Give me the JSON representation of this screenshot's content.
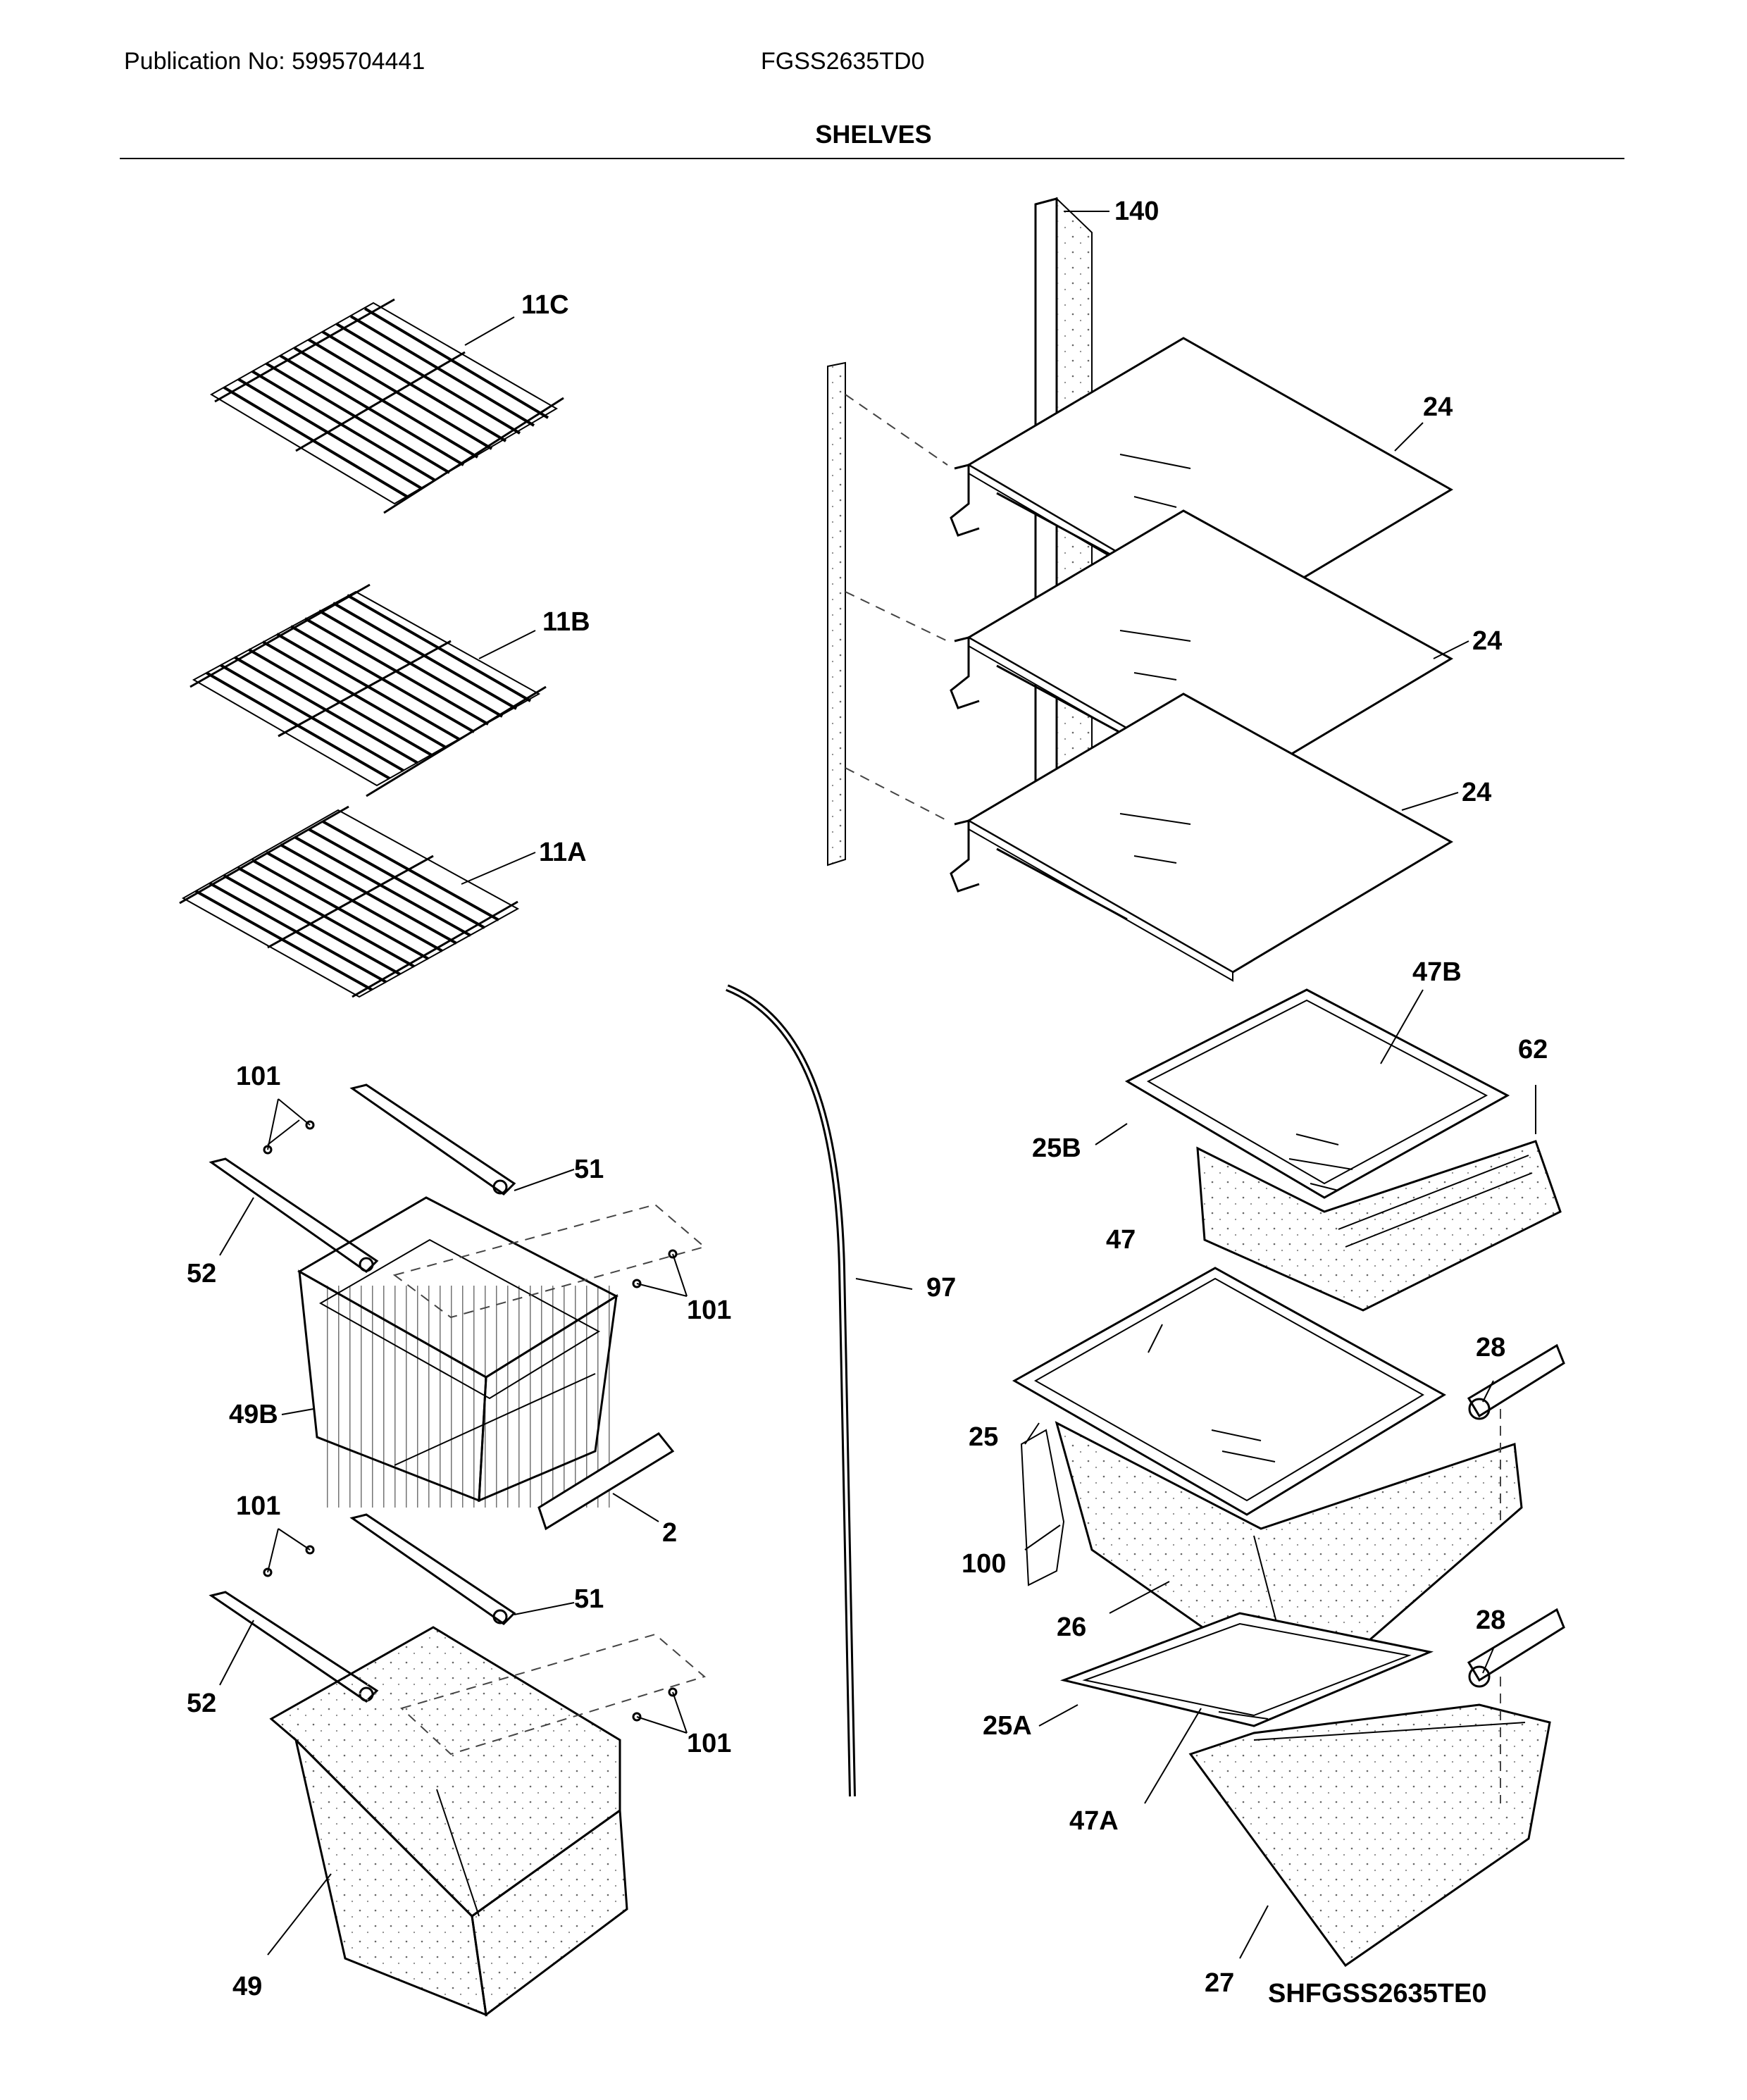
{
  "header": {
    "publication": "Publication No: 5995704441",
    "model": "FGSS2635TD0",
    "title": "SHELVES"
  },
  "callouts": {
    "c140": "140",
    "c11C": "11C",
    "c11B": "11B",
    "c11A": "11A",
    "c24a": "24",
    "c24b": "24",
    "c24c": "24",
    "c47B": "47B",
    "c62": "62",
    "c25B": "25B",
    "c101a": "101",
    "c51a": "51",
    "c52a": "52",
    "c101b": "101",
    "c97": "97",
    "c47": "47",
    "c28a": "28",
    "c25": "25",
    "c49B": "49B",
    "c101c": "101",
    "c51b": "51",
    "c2": "2",
    "c100": "100",
    "c26": "26",
    "c28b": "28",
    "c52b": "52",
    "c101d": "101",
    "c25A": "25A",
    "c47A": "47A",
    "c49": "49",
    "c27": "27"
  },
  "diagram_id": "SHFGSS2635TE0"
}
